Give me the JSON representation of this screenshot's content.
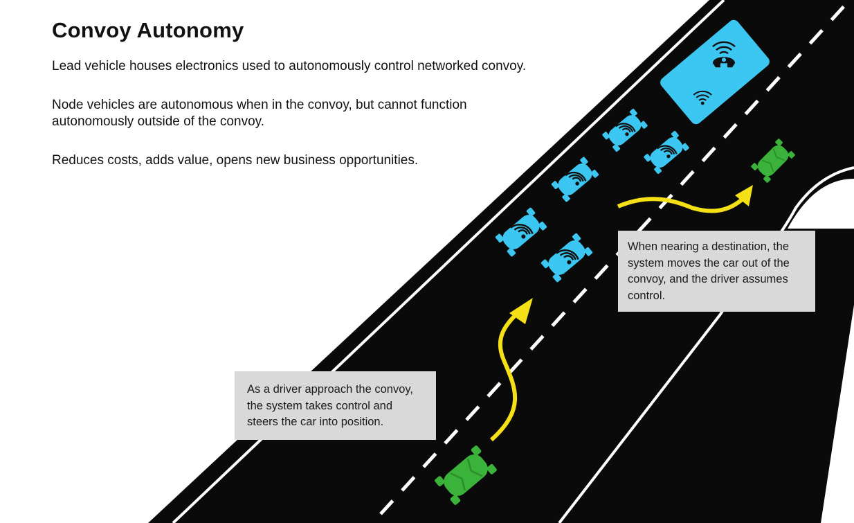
{
  "header": {
    "title": "Convoy Autonomy",
    "points": [
      "Lead vehicle houses electronics used to autonomously control networked convoy.",
      "Node vehicles are autonomous when in the convoy, but cannot function autonomously outside of the convoy.",
      "Reduces costs, adds value, opens new business opportunities."
    ]
  },
  "callouts": {
    "entering": "As a driver approach the convoy, the system takes control and steers the car into position.",
    "exiting": "When nearing a destination, the system moves the car out of the convoy, and the driver assumes control."
  },
  "colors": {
    "road": "#0a0a0a",
    "lane_marking": "#ffffff",
    "convoy_vehicle": "#3cc7f2",
    "manual_vehicle": "#3bb23a",
    "path_arrow": "#f5df17",
    "callout_bg": "#d9d9d9"
  },
  "icons": [
    "wireless-signal-icon",
    "remote-driver-icon"
  ]
}
